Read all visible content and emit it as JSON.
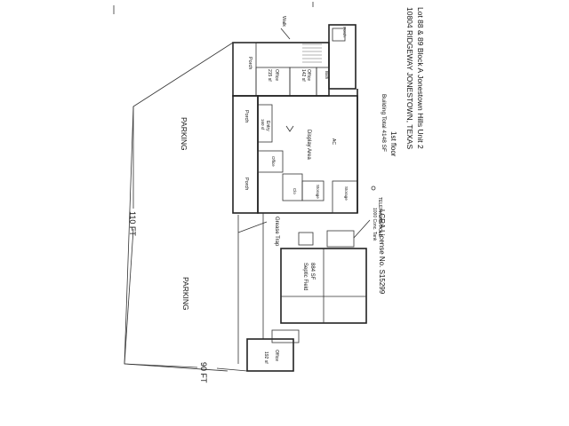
{
  "header": {
    "line1": "Lot 88 & 89 Block A Jonestown Hills Unit 2",
    "line2": "10804 RIDGEWAY JONESTOWN, TEXAS",
    "floor": "1st floor",
    "building_total": "Building Total 4148 SF",
    "license": "LCRA License No. S15299"
  },
  "site": {
    "parking_upper": "PARKING",
    "parking_lower": "PARKING",
    "dimension_long": "110 FT",
    "dimension_short": "90 FT",
    "pole": "TELEPHONE POLE",
    "tank": "1000 Conc. Tank",
    "septic_area": "884 SF",
    "septic_label": "Septic Field",
    "grease_trap": "Grease Trap",
    "walk": "Walk"
  },
  "rooms": {
    "porch_top": "Porch",
    "porch_left": "Porch",
    "porch_right": "Porch",
    "porch_small": "Porch",
    "display_area": "Display Area",
    "entry": "Entry",
    "entry_area": "160 sf",
    "office_a": "Office",
    "office_a_area": "215 sf",
    "office_b": "Office",
    "office_b_area": "142 sf",
    "office_c": "Office",
    "bath": "Bath",
    "closet": "Clo",
    "storage": "Storage",
    "storage_right": "Storage",
    "office_small": "Office",
    "office_small_area": "192 sf",
    "note_ac": "AC"
  }
}
